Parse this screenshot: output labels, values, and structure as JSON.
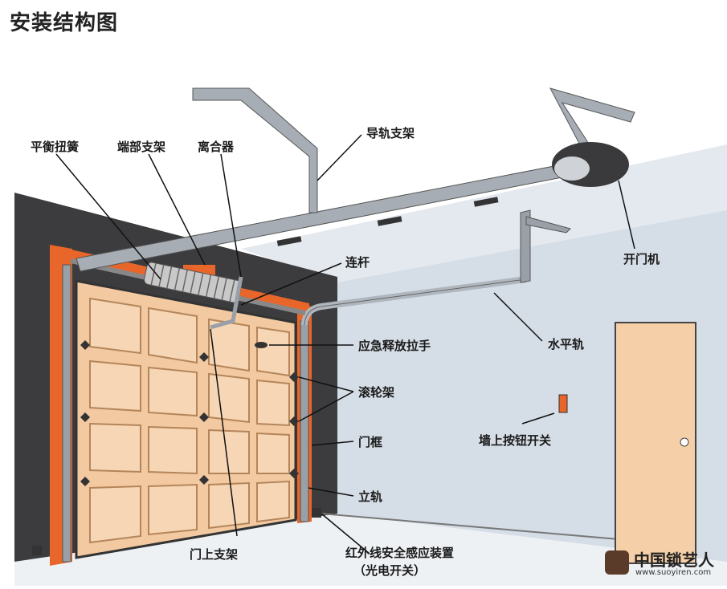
{
  "title": "安装结构图",
  "labels": {
    "torsion_spring": "平衡扭簧",
    "end_bracket": "端部支架",
    "clutch": "离合器",
    "rail_bracket": "导轨支架",
    "opener": "开门机",
    "connecting_rod": "连杆",
    "emergency_release": "应急释放拉手",
    "roller_bracket": "滚轮架",
    "horizontal_rail": "水平轨",
    "door_frame": "门框",
    "wall_switch": "墙上按钮开关",
    "vertical_rail": "立轨",
    "door_bracket": "门上支架",
    "infrared_sensor": "红外线安全感应装置",
    "photo_switch": "（光电开关）"
  },
  "watermark": {
    "brand": "中国锁艺人",
    "url": "www.suoyiren.com"
  },
  "colors": {
    "back_wall": "#d5dde6",
    "left_wall": "#3c3c3e",
    "door_panel": "#f2c9a0",
    "frame_orange": "#e8662a",
    "rail": "#9aa0a8",
    "side_door": "#f4cfa8"
  }
}
